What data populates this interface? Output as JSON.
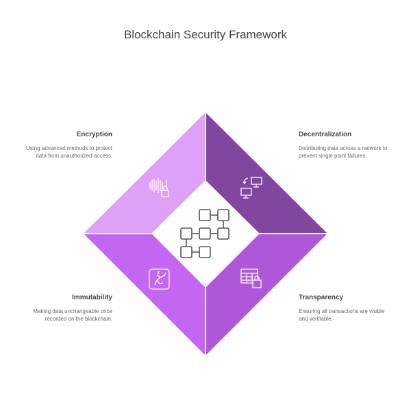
{
  "title": "Blockchain Security Framework",
  "sections": [
    {
      "id": "encryption",
      "heading": "Encryption",
      "text": "Using advanced methods to protect data from unauthorized access.",
      "color": "#dea1f8",
      "icon": "sound-wave-lock-icon"
    },
    {
      "id": "decentralization",
      "heading": "Decentralization",
      "text": "Distributing data across a network to prevent single point failures.",
      "color": "#8147a0",
      "icon": "networked-computers-icon"
    },
    {
      "id": "immutability",
      "heading": "Immutability",
      "text": "Making data unchangeable once recorded on the blockchain.",
      "color": "#c466f1",
      "icon": "cracked-block-icon"
    },
    {
      "id": "transparency",
      "heading": "Transparency",
      "text": "Ensuring all transactions are visible and verifiable.",
      "color": "#ad57d9",
      "icon": "ledger-lock-icon"
    }
  ],
  "center_icon": "blockchain-icon"
}
